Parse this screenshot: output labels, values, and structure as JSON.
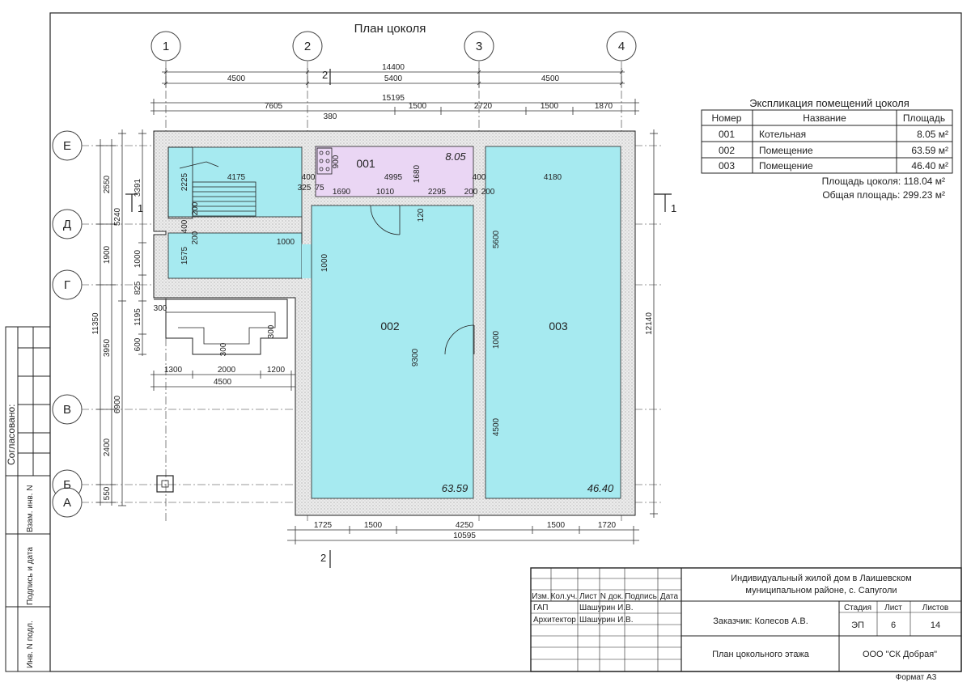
{
  "title": "План цоколя",
  "axes": {
    "cols": [
      "1",
      "2",
      "3",
      "4"
    ],
    "rows": [
      "Е",
      "Д",
      "Г",
      "В",
      "Б",
      "А"
    ]
  },
  "section": {
    "a": "1",
    "b": "2"
  },
  "dims": {
    "top_total": "14400",
    "top_spans": [
      "4500",
      "5400",
      "4500"
    ],
    "top_overall": "15195",
    "top_parts": [
      "7605",
      "1500",
      "2720",
      "1500",
      "1870"
    ],
    "bottom_parts": [
      "1725",
      "1500",
      "4250",
      "1500",
      "1720"
    ],
    "bottom_total": "10595",
    "left_total": "11350",
    "left_outer": [
      "2550",
      "1900",
      "3950",
      "2400",
      "550"
    ],
    "left_mid": [
      "5240",
      "6900"
    ],
    "left_inner": [
      "3391",
      "1000",
      "825",
      "1195",
      "600"
    ],
    "right_total": "12140",
    "int": {
      "d380": "380",
      "d900": "900",
      "d4175": "4175",
      "d400a": "400",
      "d4995": "4995",
      "d1680": "1680",
      "d400b": "400",
      "d4180": "4180",
      "d2225": "2225",
      "d325": "325",
      "d75": "75",
      "d1690": "1690",
      "d1010": "1010",
      "d2295": "2295",
      "d200a": "200",
      "d200b": "200",
      "d200c": "200",
      "d400c": "400",
      "d200d": "200",
      "d1575": "1575",
      "d1000a": "1000",
      "d1000b": "1000",
      "d120": "120",
      "d5600": "5600",
      "d9300": "9300",
      "d1000c": "1000",
      "d4500v": "4500",
      "d300a": "300",
      "d300b": "300",
      "d300c": "300",
      "porch": [
        "1300",
        "2000",
        "1200"
      ],
      "porch_total": "4500"
    }
  },
  "rooms": [
    {
      "num": "001",
      "area": "8.05"
    },
    {
      "num": "002",
      "area": "63.59"
    },
    {
      "num": "003",
      "area": "46.40"
    }
  ],
  "colors": {
    "room_main": "#a6eaf0",
    "room_boiler": "#ead6f4",
    "wall": "#ececec",
    "line": "#222222"
  },
  "explication": {
    "title": "Экспликация помещений цоколя",
    "headers": [
      "Номер",
      "Название",
      "Площадь"
    ],
    "rows": [
      [
        "001",
        "Котельная",
        "8.05 м²"
      ],
      [
        "002",
        "Помещение",
        "63.59 м²"
      ],
      [
        "003",
        "Помещение",
        "46.40 м²"
      ]
    ],
    "total_basement": "Площадь цоколя: 118.04 м²",
    "total_all": "Общая площадь: 299.23 м²"
  },
  "left_stamp": {
    "agreed": "Согласовано:",
    "cols": [
      "Взам. инв. N",
      "Подпись и дата",
      "Инв. N подл."
    ]
  },
  "title_block": {
    "project": "Индивидуальный жилой дом в Лаишевском",
    "project2": "муниципальном районе, с. Сапуголи",
    "headers": [
      "Изм.",
      "Кол.уч.",
      "Лист",
      "N док.",
      "Подпись",
      "Дата"
    ],
    "people": [
      [
        "ГАП",
        "Шашурин И.В."
      ],
      [
        "Архитектор",
        "Шашурин И.В."
      ]
    ],
    "customer": "Заказчик: Колесов А.В.",
    "stage_headers": [
      "Стадия",
      "Лист",
      "Листов"
    ],
    "stage_values": [
      "ЭП",
      "6",
      "14"
    ],
    "sheet_name": "План цокольного этажа",
    "company": "ООО \"СК Добрая\"",
    "format": "Формат А3"
  }
}
